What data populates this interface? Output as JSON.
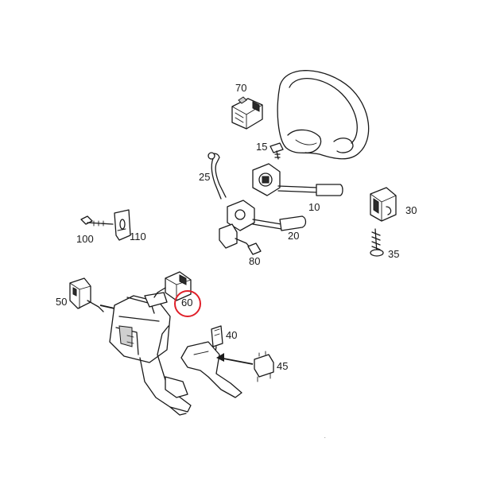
{
  "diagram": {
    "highlight_color": "#e0202a",
    "highlighted_part": "60",
    "parts": [
      {
        "id": "p70",
        "label": "70"
      },
      {
        "id": "p15",
        "label": "15"
      },
      {
        "id": "p25",
        "label": "25"
      },
      {
        "id": "p10",
        "label": "10"
      },
      {
        "id": "p30",
        "label": "30"
      },
      {
        "id": "p20",
        "label": "20"
      },
      {
        "id": "p35",
        "label": "35"
      },
      {
        "id": "p80",
        "label": "80"
      },
      {
        "id": "p100",
        "label": "100"
      },
      {
        "id": "p110",
        "label": "110"
      },
      {
        "id": "p50",
        "label": "50"
      },
      {
        "id": "p60",
        "label": "60"
      },
      {
        "id": "p40",
        "label": "40"
      },
      {
        "id": "p45",
        "label": "45"
      }
    ]
  }
}
